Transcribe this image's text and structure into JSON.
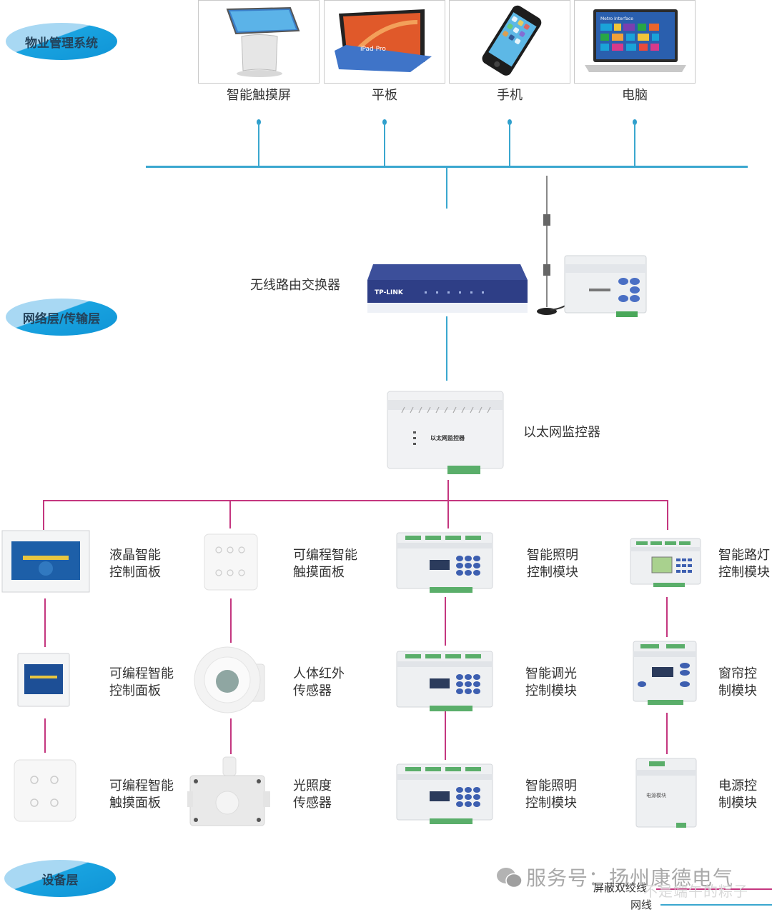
{
  "layers": {
    "management": "物业管理系统",
    "network": "网络层/传输层",
    "device": "设备层"
  },
  "clients": [
    {
      "label": "智能触摸屏",
      "icon": "kiosk-touchscreen-icon"
    },
    {
      "label": "平板",
      "icon": "tablet-icon"
    },
    {
      "label": "手机",
      "icon": "smartphone-icon"
    },
    {
      "label": "电脑",
      "icon": "laptop-icon"
    }
  ],
  "network": {
    "router_label": "无线路由交换器",
    "router_brand": "TP-LINK",
    "monitor_label": "以太网监控器",
    "monitor_panel_text": "以太网监控器"
  },
  "devices": {
    "col1": [
      "液晶智能\n控制面板",
      "可编程智能\n控制面板",
      "可编程智能\n触摸面板"
    ],
    "col2": [
      "可编程智能\n触摸面板",
      "人体红外\n传感器",
      "光照度\n传感器"
    ],
    "col3": [
      "智能照明\n控制模块",
      "智能调光\n控制模块",
      "智能照明\n控制模块"
    ],
    "col4": [
      "智能路灯\n控制模块",
      "窗帘控\n制模块",
      "电源控\n制模块"
    ]
  },
  "legend": {
    "shielded_twisted_pair": "屏蔽双绞线",
    "network_cable": "网线",
    "shielded_color": "#c4367f",
    "network_color": "#3aa7cf"
  },
  "watermark": {
    "line1": "服务号：扬州康德电气",
    "line2": "不是端午的粽子"
  },
  "colors": {
    "badge_dark": "#0f94d6",
    "badge_light": "#a8d8f3"
  }
}
